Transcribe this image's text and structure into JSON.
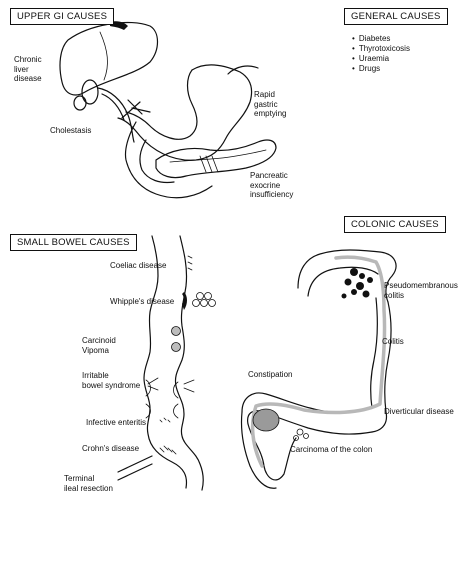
{
  "panels": {
    "upper_gi": {
      "title": "UPPER GI CAUSES",
      "labels": {
        "chronic_liver": [
          "Chronic",
          "liver",
          "disease"
        ],
        "rapid_gastric": [
          "Rapid",
          "gastric",
          "emptying"
        ],
        "cholestasis": "Cholestasis",
        "pancreatic": [
          "Pancreatic",
          "exocrine",
          "insufficiency"
        ]
      }
    },
    "general": {
      "title": "GENERAL CAUSES",
      "items": [
        "Diabetes",
        "Thyrotoxicosis",
        "Uraemia",
        "Drugs"
      ]
    },
    "small_bowel": {
      "title": "SMALL BOWEL CAUSES",
      "labels": {
        "coeliac": "Coeliac disease",
        "whipple": "Whipple's disease",
        "carcinoid": [
          "Carcinoid",
          "Vipoma"
        ],
        "ibs": [
          "Irritable",
          "bowel syndrome"
        ],
        "infective": "Infective enteritis",
        "crohns": "Crohn's disease",
        "terminal_ileal": [
          "Terminal",
          "ileal resection"
        ]
      }
    },
    "colonic": {
      "title": "COLONIC CAUSES",
      "labels": {
        "pseudomembranous": [
          "Pseudomembranous",
          "colitis"
        ],
        "colitis": "Colitis",
        "constipation": "Constipation",
        "diverticular": "Diverticular disease",
        "carcinoma": "Carcinoma of the colon"
      }
    }
  }
}
